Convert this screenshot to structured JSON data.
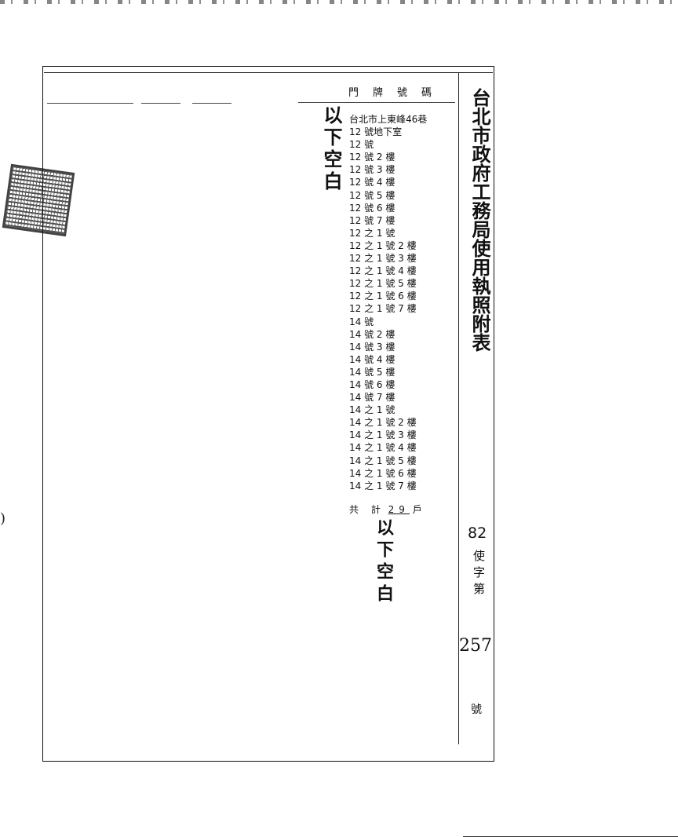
{
  "document": {
    "title": "台北市政府工務局使用執照附表",
    "column_header": "門牌號碼",
    "address_entries": [
      "台北市上東峰46巷",
      "12 號地下室",
      "12 號",
      "12 號 2 樓",
      "12 號 3 樓",
      "12 號 4 樓",
      "12 號 5 樓",
      "12 號 6 樓",
      "12 號 7 樓",
      "12 之 1 號",
      "12 之 1 號 2 樓",
      "12 之 1 號 3 樓",
      "12 之 1 號 4 樓",
      "12 之 1 號 5 樓",
      "12 之 1 號 6 樓",
      "12 之 1 號 7 樓",
      "14 號",
      "14 號 2 樓",
      "14 號 3 樓",
      "14 號 4 樓",
      "14 號 5 樓",
      "14 號 6 樓",
      "14 號 7 樓",
      "14 之 1 號",
      "14 之 1 號 2 樓",
      "14 之 1 號 3 樓",
      "14 之 1 號 4 樓",
      "14 之 1 號 5 樓",
      "14 之 1 號 6 樓",
      "14 之 1 號 7 樓"
    ],
    "total_label": "共 計",
    "total_count": "29",
    "total_unit": "戶",
    "stamp_blank_top": "以下空白",
    "stamp_blank_bottom": "以下空白",
    "permit_year": "82",
    "permit_word": "使字第",
    "permit_number": "257",
    "permit_suffix": "號"
  }
}
